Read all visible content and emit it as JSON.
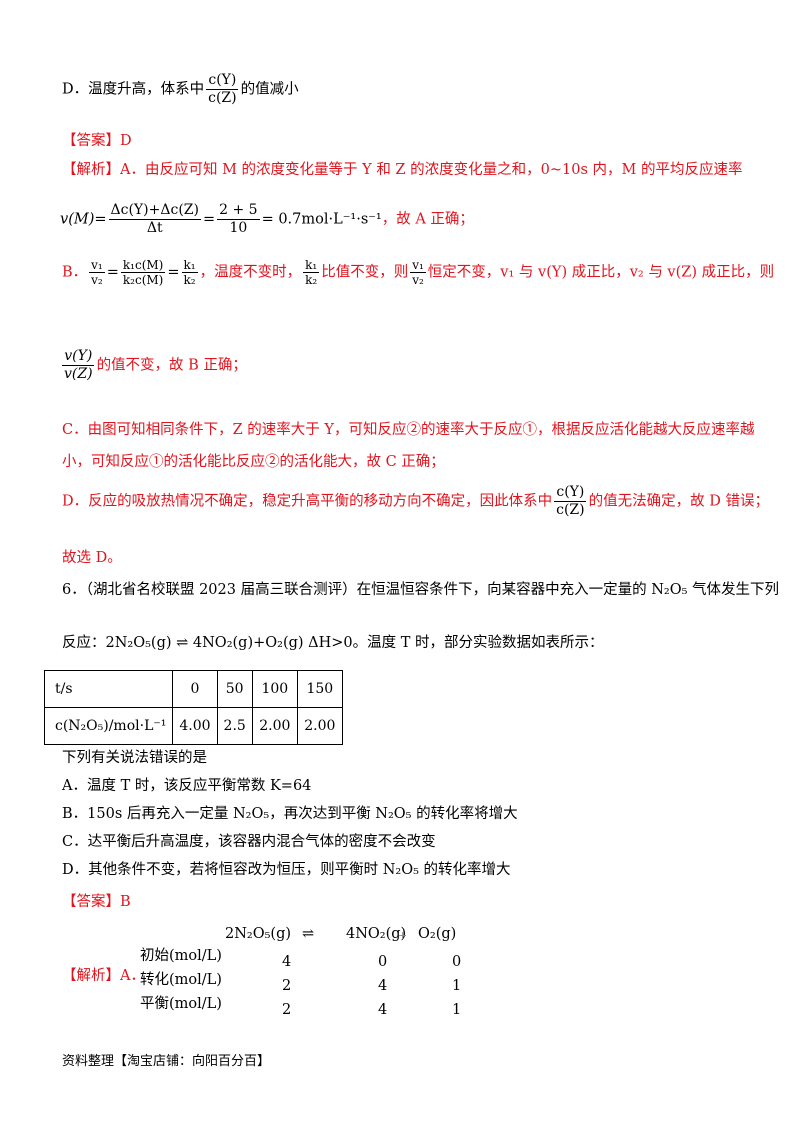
{
  "q5_optionD": {
    "prefix": "D．温度升高，体系中",
    "frac_num": "c(Y)",
    "frac_den": "c(Z)",
    "suffix": "的值减小"
  },
  "q5_answer": "【答案】D",
  "q5_analysis": {
    "label": "【解析】",
    "a_text": "A．由反应可知 M 的浓度变化量等于 Y 和 Z 的浓度变化量之和，0~10s 内，M 的平均反应速率",
    "a_formula_lhs": "v(M)=",
    "a_frac1_num": "Δc(Y)+Δc(Z)",
    "a_frac1_den": "Δt",
    "a_eq": "=",
    "a_frac2_num": "2 + 5",
    "a_frac2_den": "10",
    "a_value": "= 0.7mol·L⁻¹·s⁻¹",
    "a_conclusion": "，故 A 正确；",
    "b_label": "B．",
    "b_f1_num": "v₁",
    "b_f1_den": "v₂",
    "b_eq1": "=",
    "b_f2_num": "k₁c(M)",
    "b_f2_den": "k₂c(M)",
    "b_eq2": "=",
    "b_f3_num": "k₁",
    "b_f3_den": "k₂",
    "b_text1": "，温度不变时，",
    "b_f4_num": "k₁",
    "b_f4_den": "k₂",
    "b_text2": "比值不变，则",
    "b_f5_num": "v₁",
    "b_f5_den": "v₂",
    "b_text3": "恒定不变，v₁ 与 v(Y) 成正比，v₂ 与 v(Z) 成正比，则",
    "b_f6_num": "v(Y)",
    "b_f6_den": "v(Z)",
    "b_text4": "的值不变，故 B 正确；",
    "c_line1": "C．由图可知相同条件下，Z 的速率大于 Y，可知反应②的速率大于反应①，根据反应活化能越大反应速率越",
    "c_line2": "小，可知反应①的活化能比反应②的活化能大，故 C 正确；",
    "d_text1": "D．反应的吸放热情况不确定，稳定升高平衡的移动方向不确定，因此体系中",
    "d_frac_num": "c(Y)",
    "d_frac_den": "c(Z)",
    "d_text2": "的值无法确定，故 D 错误；",
    "final": "故选 D。"
  },
  "q6": {
    "stem_line1": "6．（湖北省名校联盟 2023 届高三联合测评）在恒温恒容条件下，向某容器中充入一定量的 N₂O₅ 气体发生下列",
    "stem_line2": "反应：2N₂O₅(g) ⇌ 4NO₂(g)+O₂(g)   ΔH>0。温度 T 时，部分实验数据如表所示：",
    "table": {
      "header": [
        "t/s",
        "0",
        "50",
        "100",
        "150"
      ],
      "row_label": "c(N₂O₅)/mol·L⁻¹",
      "row_values": [
        "4.00",
        "2.5",
        "2.00",
        "2.00"
      ]
    },
    "question": "下列有关说法错误的是",
    "options": [
      "A．温度 T 时，该反应平衡常数 K=64",
      "B．150s 后再充入一定量 N₂O₅，再次达到平衡 N₂O₅ 的转化率将增大",
      "C．达平衡后升高温度，该容器内混合气体的密度不会改变",
      "D．其他条件不变，若将恒容改为恒压，则平衡时 N₂O₅ 的转化率增大"
    ],
    "answer": "【答案】B",
    "analysis_label": "【解析】A．",
    "ice": {
      "header": [
        "2N₂O₅(g)",
        "⇌",
        "4NO₂(g)",
        "+",
        "O₂(g)"
      ],
      "rows": [
        {
          "label": "初始(mol/L)",
          "values": [
            "4",
            "0",
            "0"
          ]
        },
        {
          "label": "转化(mol/L)",
          "values": [
            "2",
            "4",
            "1"
          ]
        },
        {
          "label": "平衡(mol/L)",
          "values": [
            "2",
            "4",
            "1"
          ]
        }
      ]
    }
  },
  "footer": "资料整理【淘宝店铺：向阳百分百】"
}
